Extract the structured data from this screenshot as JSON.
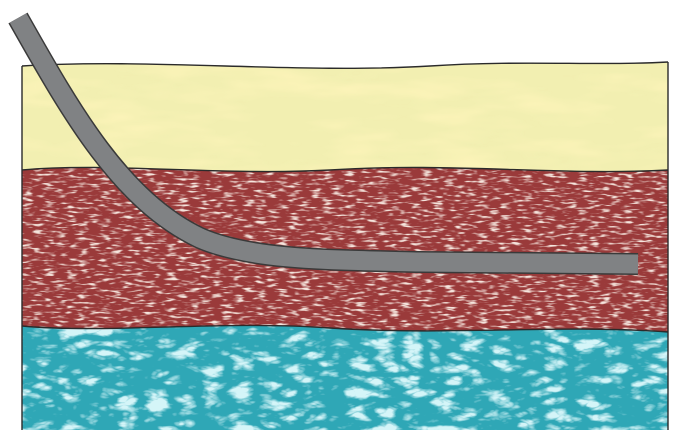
{
  "diagram": {
    "layers": [
      {
        "name": "top-layer",
        "color": "#f2efb1",
        "accent": "#f7e57b"
      },
      {
        "name": "middle-layer",
        "color": "#9a3a3a",
        "accent": "#e7c7b8"
      },
      {
        "name": "bottom-layer",
        "color": "#2fa7b6",
        "accent": "#a9e8ef"
      }
    ],
    "well": {
      "color": "#808284",
      "outline": "#3a3a3a"
    },
    "outline_color": "#2b2b2b",
    "background": "#ffffff"
  }
}
